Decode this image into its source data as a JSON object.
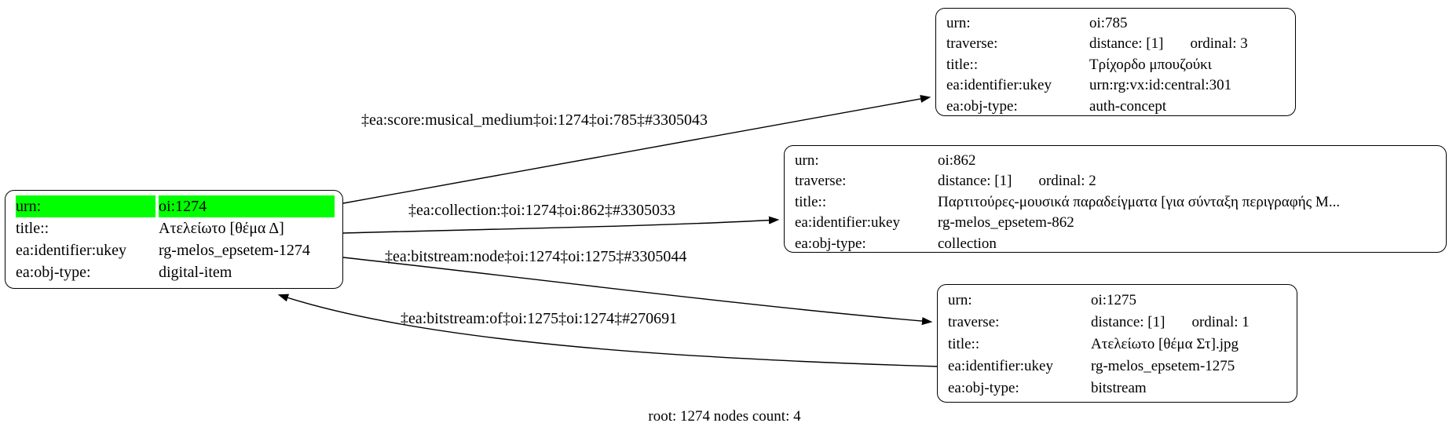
{
  "caption": "root: 1274 nodes count: 4",
  "colors": {
    "highlight": "#00ff00",
    "edge": "#000000",
    "node_border": "#000000",
    "background": "#ffffff"
  },
  "nodes": {
    "n1274": {
      "rows": [
        {
          "label": "urn:",
          "value": "oi:1274"
        },
        {
          "label": "title::",
          "value": "Ατελείωτο [θέμα Δ]"
        },
        {
          "label": "ea:identifier:ukey",
          "value": "rg-melos_epsetem-1274"
        },
        {
          "label": "ea:obj-type:",
          "value": "digital-item"
        }
      ]
    },
    "n785": {
      "rows": [
        {
          "label": "urn:",
          "value": "oi:785"
        },
        {
          "label": "traverse:",
          "value": "distance: [1]",
          "value2": "ordinal: 3"
        },
        {
          "label": "title::",
          "value": "Τρίχορδο μπουζούκι"
        },
        {
          "label": "ea:identifier:ukey",
          "value": "urn:rg:vx:id:central:301"
        },
        {
          "label": "ea:obj-type:",
          "value": "auth-concept"
        }
      ]
    },
    "n862": {
      "rows": [
        {
          "label": "urn:",
          "value": "oi:862"
        },
        {
          "label": "traverse:",
          "value": "distance: [1]",
          "value2": "ordinal: 2"
        },
        {
          "label": "title::",
          "value": "Παρτιτούρες-μουσικά παραδείγματα [για σύνταξη περιγραφής Μ..."
        },
        {
          "label": "ea:identifier:ukey",
          "value": "rg-melos_epsetem-862"
        },
        {
          "label": "ea:obj-type:",
          "value": "collection"
        }
      ]
    },
    "n1275": {
      "rows": [
        {
          "label": "urn:",
          "value": "oi:1275"
        },
        {
          "label": "traverse:",
          "value": "distance: [1]",
          "value2": "ordinal: 1"
        },
        {
          "label": "title::",
          "value": "Ατελείωτο [θέμα Στ].jpg"
        },
        {
          "label": "ea:identifier:ukey",
          "value": "rg-melos_epsetem-1275"
        },
        {
          "label": "ea:obj-type:",
          "value": "bitstream"
        }
      ]
    }
  },
  "edges": {
    "score_musical_medium": {
      "label": "‡ea:score:musical_medium‡oi:1274‡oi:785‡#3305043"
    },
    "collection": {
      "label": "‡ea:collection:‡oi:1274‡oi:862‡#3305033"
    },
    "bitstream_node": {
      "label": "‡ea:bitstream:node‡oi:1274‡oi:1275‡#3305044"
    },
    "bitstream_of": {
      "label": "‡ea:bitstream:of‡oi:1275‡oi:1274‡#270691"
    }
  }
}
